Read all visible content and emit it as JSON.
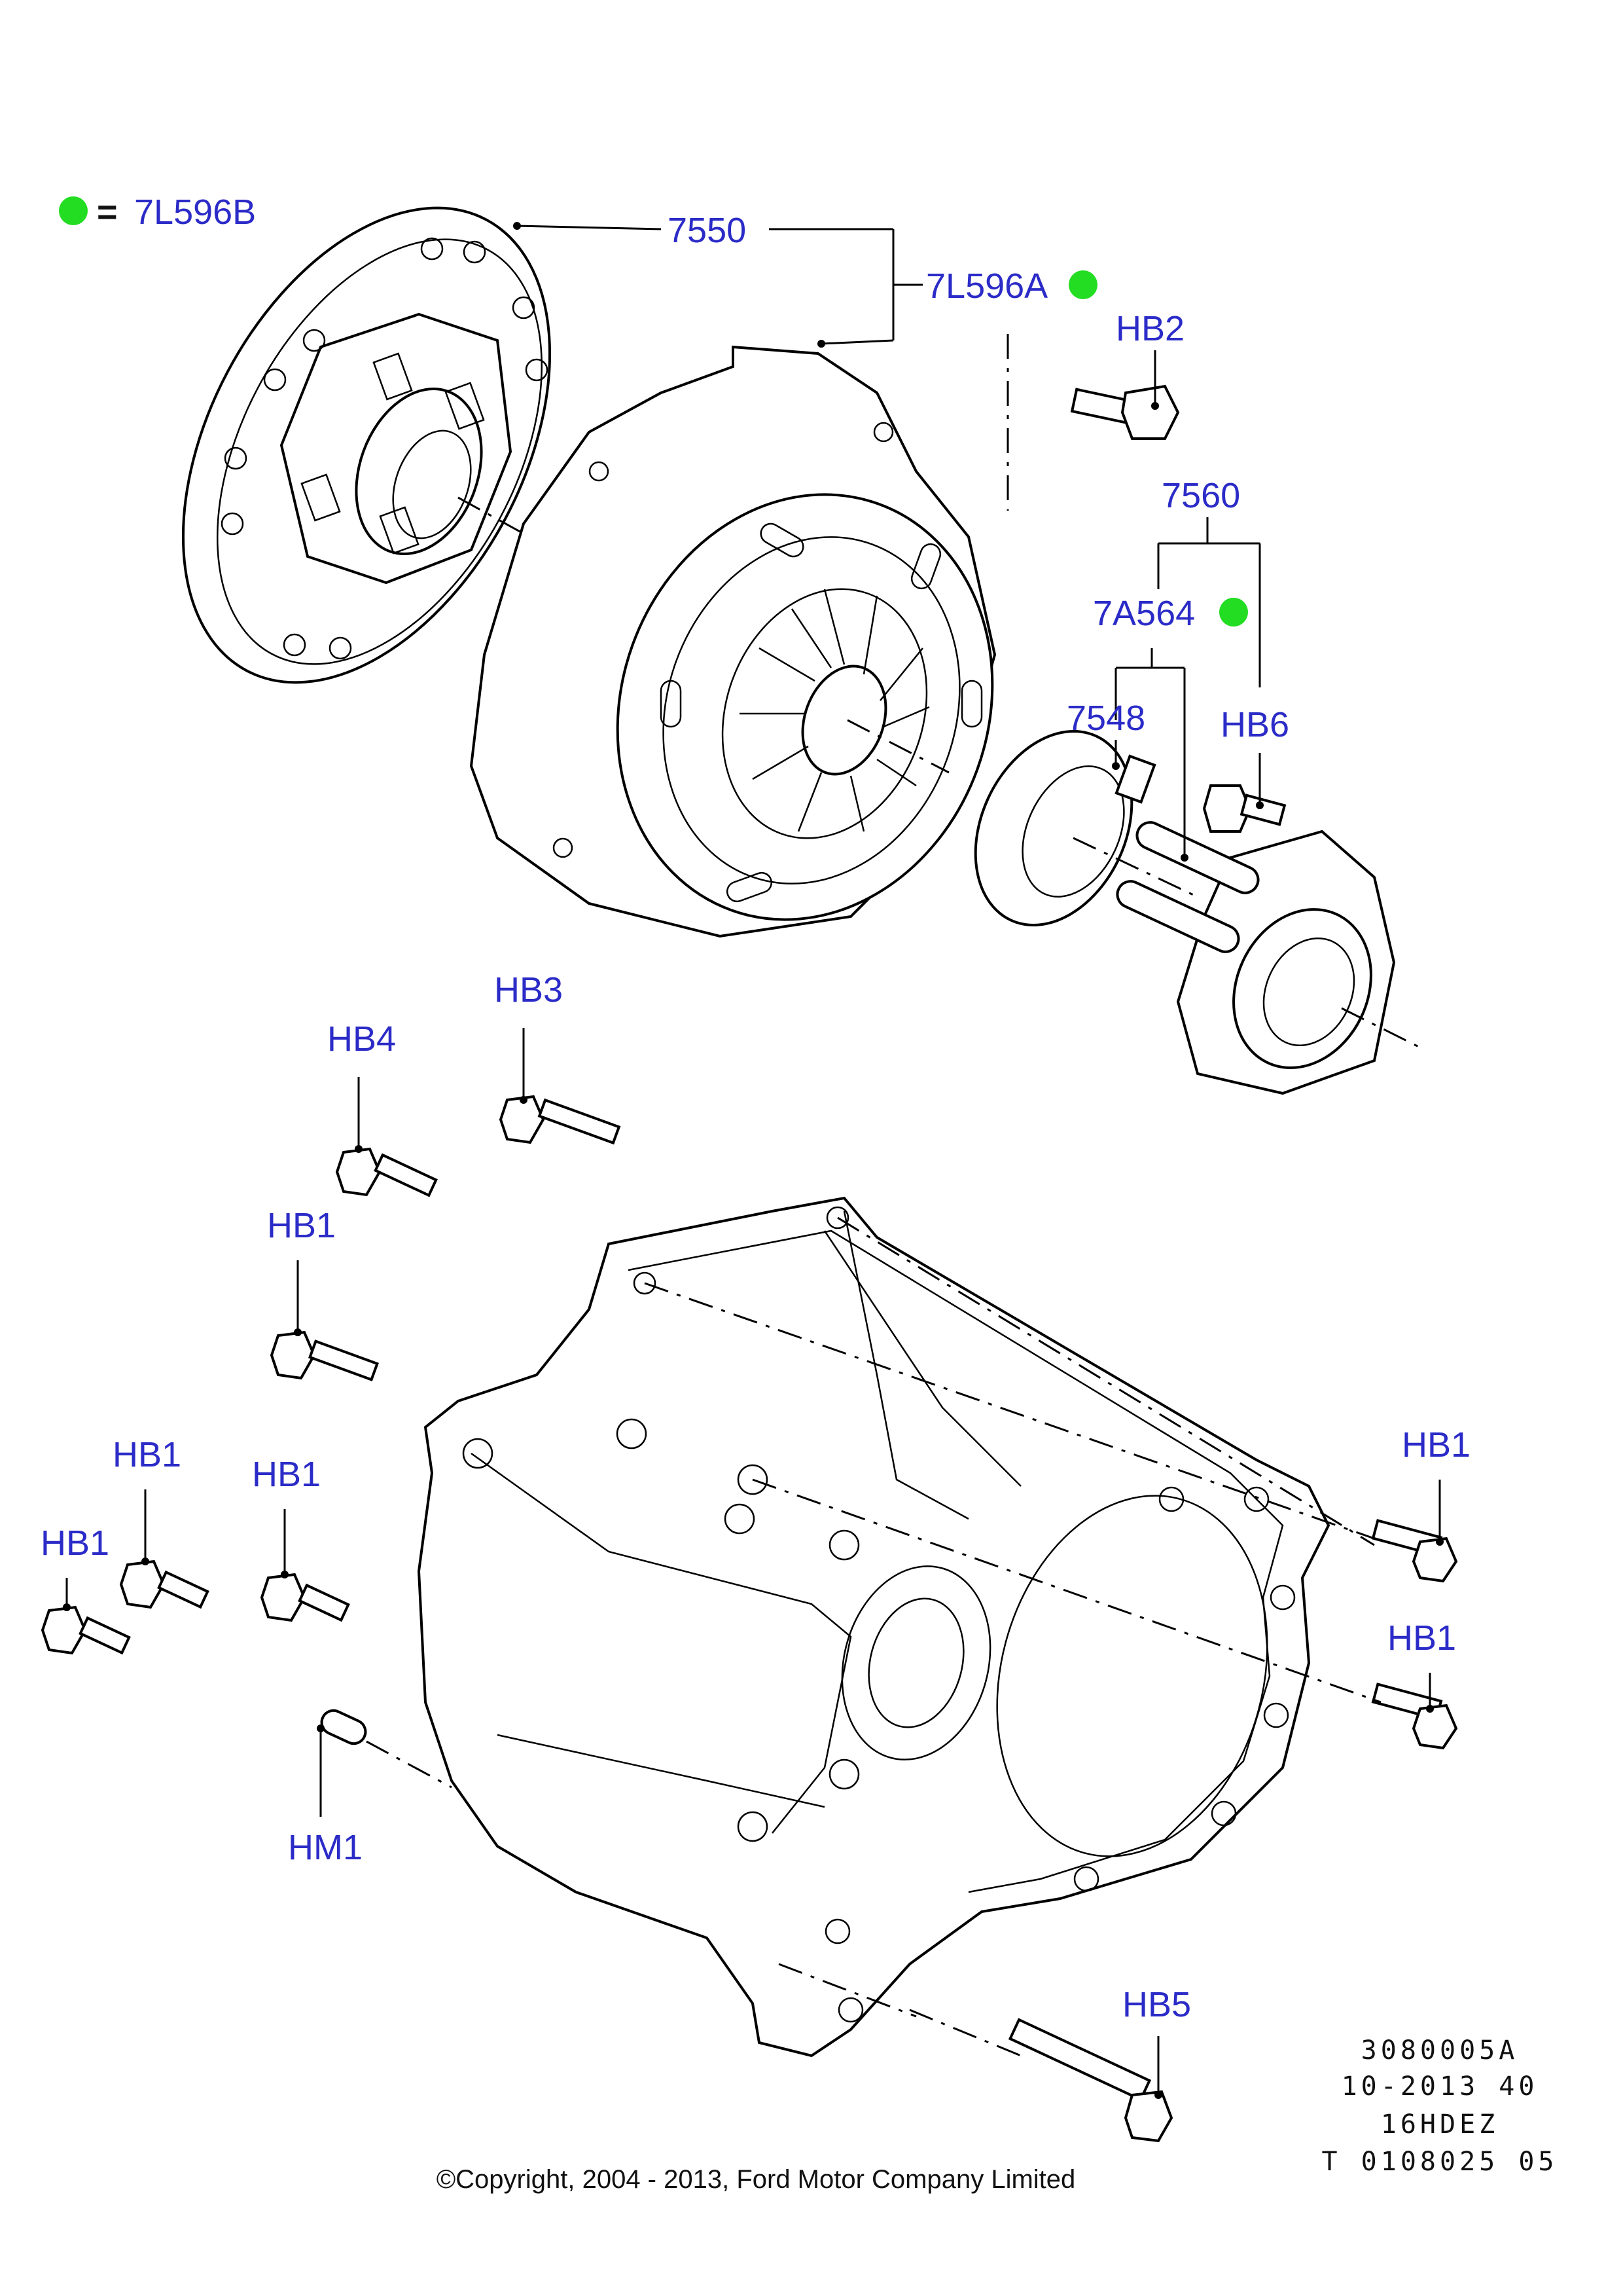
{
  "legend": {
    "marker_color": "#22dd22",
    "eq": "=",
    "code": "7L596B"
  },
  "callouts": {
    "c7550": "7550",
    "c7L596A": "7L596A",
    "cHB2": "HB2",
    "c7560": "7560",
    "c7A564": "7A564",
    "c7548": "7548",
    "cHB6": "HB6",
    "cHB3": "HB3",
    "cHB4": "HB4",
    "cHB1a": "HB1",
    "cHB1b": "HB1",
    "cHB1c": "HB1",
    "cHB1d": "HB1",
    "cHB1e": "HB1",
    "cHB1f": "HB1",
    "cHM1": "HM1",
    "cHB5": "HB5"
  },
  "reference": {
    "line1": "3080005A",
    "line2": "10-2013 40",
    "line3": "16HDEZ",
    "line4": "T 0108025 05"
  },
  "copyright": "©Copyright, 2004 - 2013, Ford Motor Company Limited"
}
